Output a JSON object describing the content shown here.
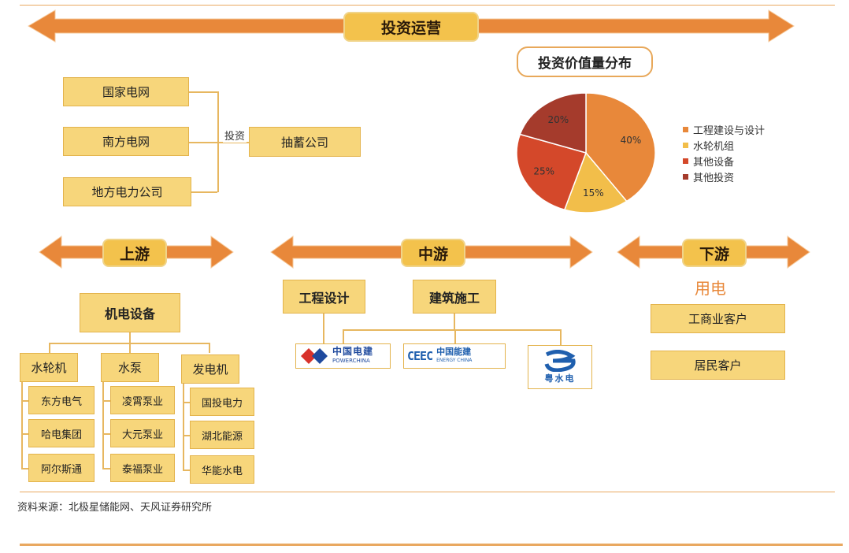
{
  "sections": {
    "invest": "投资运营",
    "upstream": "上游",
    "midstream": "中游",
    "downstream": "下游"
  },
  "investors": [
    "国家电网",
    "南方电网",
    "地方电力公司"
  ],
  "invest_label": "投资",
  "invest_target": "抽蓄公司",
  "pie_title": "投资价值量分布",
  "chart_data": {
    "type": "pie",
    "slices": [
      {
        "name": "工程建设与设计",
        "value": 40,
        "label": "40%",
        "color": "#e8883a"
      },
      {
        "name": "水轮机组",
        "value": 15,
        "label": "15%",
        "color": "#f2be4a"
      },
      {
        "name": "其他设备",
        "value": 25,
        "label": "25%",
        "color": "#d4482a"
      },
      {
        "name": "其他投资",
        "value": 20,
        "label": "20%",
        "color": "#a53b2c"
      }
    ],
    "legend": "right"
  },
  "upstream": {
    "root": "机电设备",
    "groups": [
      {
        "name": "水轮机",
        "items": [
          "东方电气",
          "哈电集团",
          "阿尔斯通"
        ]
      },
      {
        "name": "水泵",
        "items": [
          "凌霄泵业",
          "大元泵业",
          "泰福泵业"
        ]
      },
      {
        "name": "发电机",
        "items": [
          "国投电力",
          "湖北能源",
          "华能水电"
        ]
      }
    ]
  },
  "midstream": {
    "design": "工程设计",
    "construction": "建筑施工",
    "logos": [
      {
        "cn": "中国电建",
        "en": "POWERCHINA"
      },
      {
        "mark": "CEEC",
        "cn": "中国能建",
        "en": "ENERGY CHINA"
      },
      {
        "cn": "粤水电"
      }
    ]
  },
  "downstream": {
    "title": "用电",
    "customers": [
      "工商业客户",
      "居民客户"
    ]
  },
  "source": "资料来源：北极星储能网、天风证券研究所",
  "colors": {
    "arrow": "#e8883a",
    "box": "#f7d67b",
    "label": "#f3c24c"
  }
}
